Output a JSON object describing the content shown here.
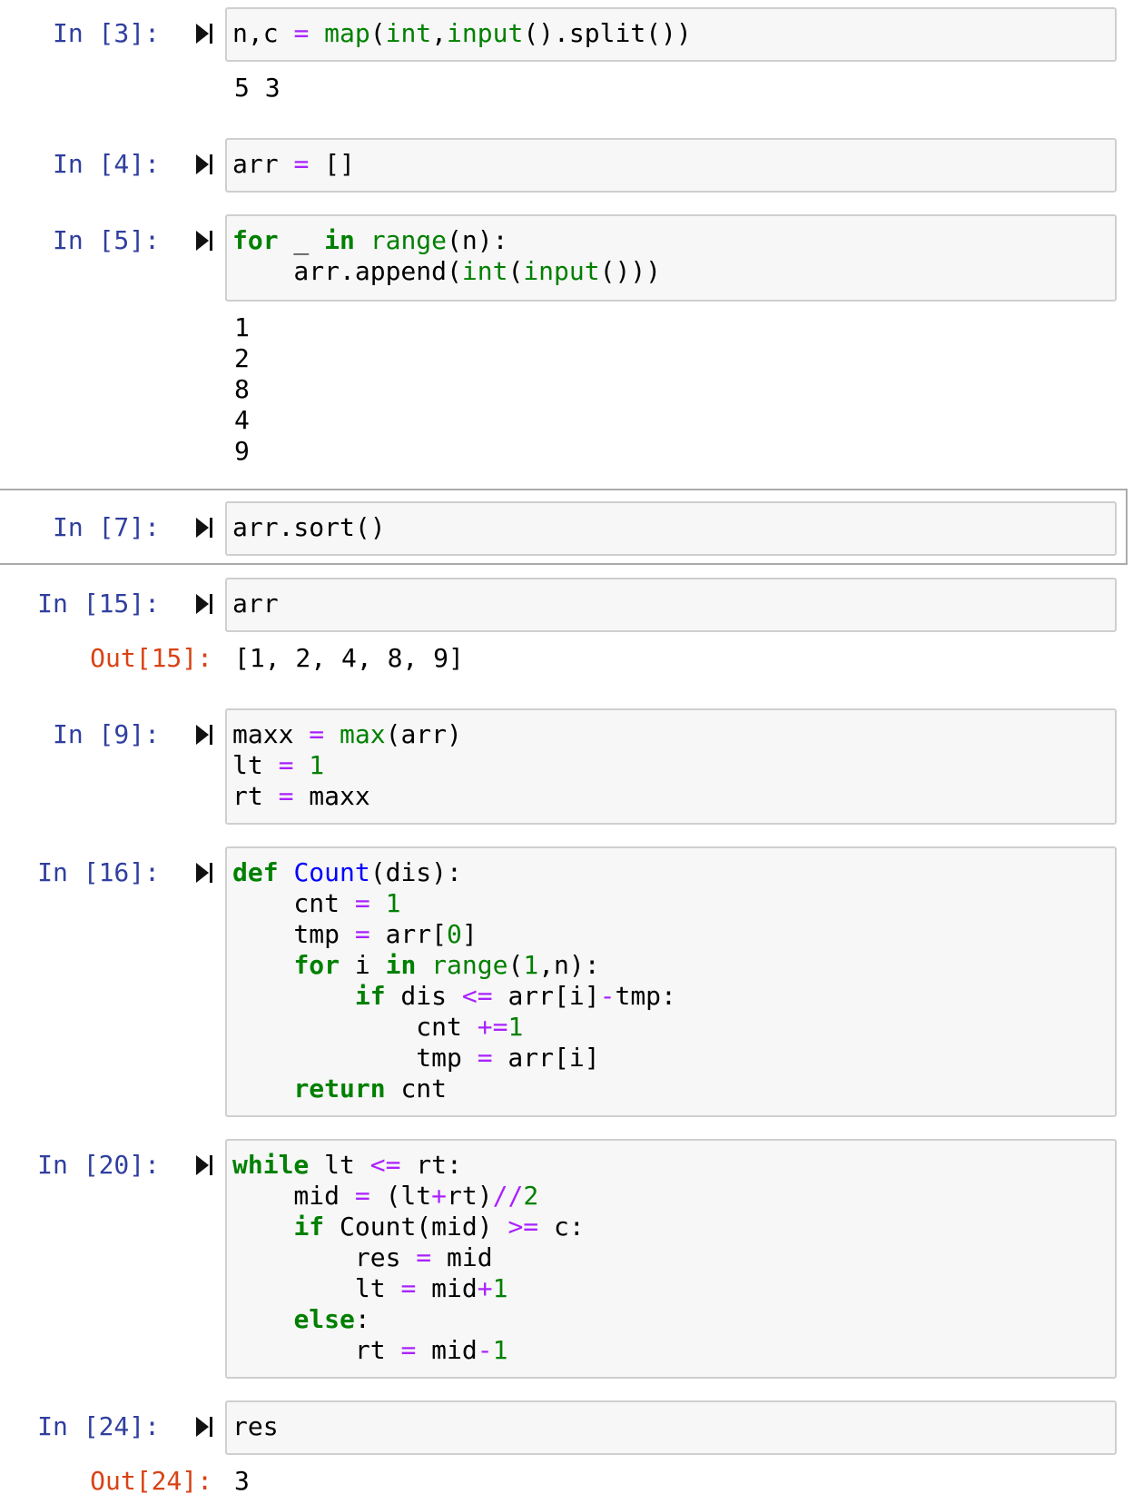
{
  "cells": [
    {
      "prompt": "In [3]:",
      "code": [
        [
          [
            "n,c ",
            ""
          ],
          [
            "=",
            "op"
          ],
          [
            " ",
            ""
          ],
          [
            "map",
            "bi"
          ],
          [
            "(",
            ""
          ],
          [
            "int",
            "bi"
          ],
          [
            ",",
            ""
          ],
          [
            "input",
            "bi"
          ],
          [
            "().split())",
            ""
          ]
        ]
      ],
      "output": [
        "5 3"
      ]
    },
    {
      "prompt": "In [4]:",
      "code": [
        [
          [
            "arr ",
            ""
          ],
          [
            "=",
            "op"
          ],
          [
            " []",
            ""
          ]
        ]
      ]
    },
    {
      "prompt": "In [5]:",
      "code": [
        [
          [
            "for",
            "kw"
          ],
          [
            " _ ",
            ""
          ],
          [
            "in",
            "kw"
          ],
          [
            " ",
            ""
          ],
          [
            "range",
            "bi"
          ],
          [
            "(n):",
            ""
          ]
        ],
        [
          [
            "    arr.append(",
            ""
          ],
          [
            "int",
            "bi"
          ],
          [
            "(",
            ""
          ],
          [
            "input",
            "bi"
          ],
          [
            "()))",
            ""
          ]
        ]
      ],
      "output": [
        "1",
        "2",
        "8",
        "4",
        "9"
      ]
    },
    {
      "prompt": "In [7]:",
      "code": [
        [
          [
            "arr.sort()",
            ""
          ]
        ]
      ]
    },
    {
      "prompt": "In [15]:",
      "code": [
        [
          [
            "arr",
            ""
          ]
        ]
      ],
      "out_prompt": "Out[15]:",
      "output": [
        "[1, 2, 4, 8, 9]"
      ]
    },
    {
      "prompt": "In [9]:",
      "code": [
        [
          [
            "maxx ",
            ""
          ],
          [
            "=",
            "op"
          ],
          [
            " ",
            ""
          ],
          [
            "max",
            "bi"
          ],
          [
            "(arr)",
            ""
          ]
        ],
        [
          [
            "lt ",
            ""
          ],
          [
            "=",
            "op"
          ],
          [
            " ",
            ""
          ],
          [
            "1",
            "num"
          ]
        ],
        [
          [
            "rt ",
            ""
          ],
          [
            "=",
            "op"
          ],
          [
            " maxx",
            ""
          ]
        ]
      ]
    },
    {
      "prompt": "In [16]:",
      "code": [
        [
          [
            "def",
            "kw"
          ],
          [
            " ",
            ""
          ],
          [
            "Count",
            "fn"
          ],
          [
            "(dis):",
            ""
          ]
        ],
        [
          [
            "    cnt ",
            ""
          ],
          [
            "=",
            "op"
          ],
          [
            " ",
            ""
          ],
          [
            "1",
            "num"
          ]
        ],
        [
          [
            "    tmp ",
            ""
          ],
          [
            "=",
            "op"
          ],
          [
            " arr[",
            ""
          ],
          [
            "0",
            "num"
          ],
          [
            "]",
            ""
          ]
        ],
        [
          [
            "    ",
            ""
          ],
          [
            "for",
            "kw"
          ],
          [
            " i ",
            ""
          ],
          [
            "in",
            "kw"
          ],
          [
            " ",
            ""
          ],
          [
            "range",
            "bi"
          ],
          [
            "(",
            ""
          ],
          [
            "1",
            "num"
          ],
          [
            ",n):",
            ""
          ]
        ],
        [
          [
            "        ",
            ""
          ],
          [
            "if",
            "kw"
          ],
          [
            " dis ",
            ""
          ],
          [
            "<=",
            "op"
          ],
          [
            " arr[i]",
            ""
          ],
          [
            "-",
            "op"
          ],
          [
            "tmp:",
            ""
          ]
        ],
        [
          [
            "            cnt ",
            ""
          ],
          [
            "+=",
            "op"
          ],
          [
            "1",
            "num"
          ]
        ],
        [
          [
            "            tmp ",
            ""
          ],
          [
            "=",
            "op"
          ],
          [
            " arr[i]",
            ""
          ]
        ],
        [
          [
            "    ",
            ""
          ],
          [
            "return",
            "kw"
          ],
          [
            " cnt",
            ""
          ]
        ]
      ]
    },
    {
      "prompt": "In [20]:",
      "code": [
        [
          [
            "while",
            "kw"
          ],
          [
            " lt ",
            ""
          ],
          [
            "<=",
            "op"
          ],
          [
            " rt:",
            ""
          ]
        ],
        [
          [
            "    mid ",
            ""
          ],
          [
            "=",
            "op"
          ],
          [
            " (lt",
            ""
          ],
          [
            "+",
            "op"
          ],
          [
            "rt)",
            ""
          ],
          [
            "//",
            "op"
          ],
          [
            "2",
            "num"
          ]
        ],
        [
          [
            "    ",
            ""
          ],
          [
            "if",
            "kw"
          ],
          [
            " Count(mid) ",
            ""
          ],
          [
            ">=",
            "op"
          ],
          [
            " c:",
            ""
          ]
        ],
        [
          [
            "        res ",
            ""
          ],
          [
            "=",
            "op"
          ],
          [
            " mid",
            ""
          ]
        ],
        [
          [
            "        lt ",
            ""
          ],
          [
            "=",
            "op"
          ],
          [
            " mid",
            ""
          ],
          [
            "+",
            "op"
          ],
          [
            "1",
            "num"
          ]
        ],
        [
          [
            "    ",
            ""
          ],
          [
            "else",
            "kw"
          ],
          [
            ":",
            ""
          ]
        ],
        [
          [
            "        rt ",
            ""
          ],
          [
            "=",
            "op"
          ],
          [
            " mid",
            ""
          ],
          [
            "-",
            "op"
          ],
          [
            "1",
            "num"
          ]
        ]
      ]
    },
    {
      "prompt": "In [24]:",
      "code": [
        [
          [
            "res",
            ""
          ]
        ]
      ],
      "out_prompt": "Out[24]:",
      "output": [
        "3"
      ]
    }
  ],
  "icons": {
    "run": "run-cell-icon"
  },
  "colors": {
    "prompt_in": "#303f9f",
    "prompt_out": "#d84315",
    "keyword": "#008000",
    "operator": "#aa22ff",
    "function": "#0000ff"
  }
}
